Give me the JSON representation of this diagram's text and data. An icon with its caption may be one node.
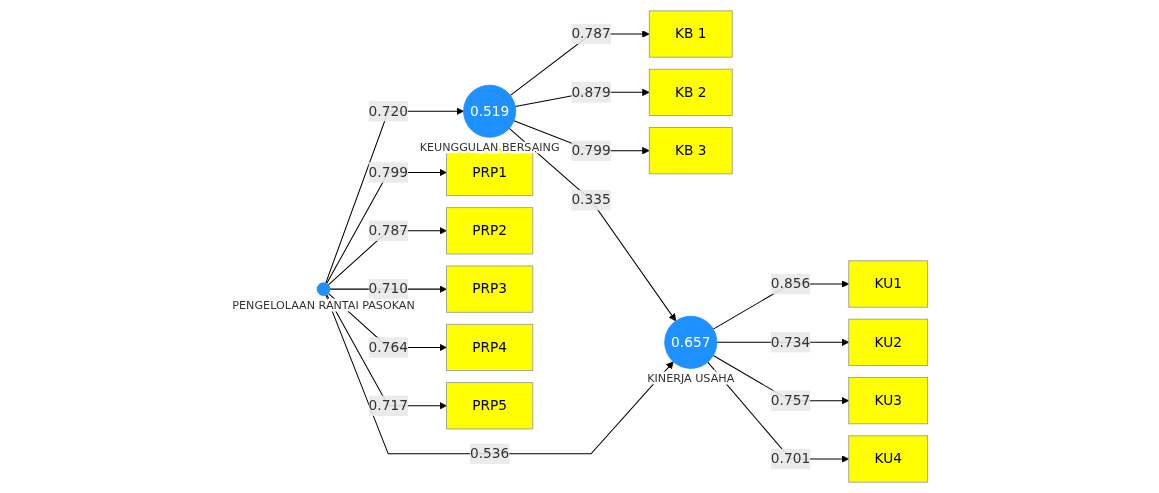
{
  "diagram": {
    "nodes": [
      {
        "text": [
          "KB 1"
        ]
      },
      {
        "text": [
          "KB 2"
        ]
      },
      {
        "text": [
          "KB 3"
        ]
      },
      {
        "text": [
          "0.519"
        ],
        "beside": [
          "KEUNGGULAN BERSAING"
        ]
      },
      {
        "text": [
          "PRP1"
        ]
      },
      {
        "text": [
          "PRP2"
        ]
      },
      {
        "text": [
          "PRP3"
        ]
      },
      {
        "text": [
          "PRP4"
        ]
      },
      {
        "text": [
          "PRP5"
        ]
      },
      {
        "text": [],
        "shape": "circle",
        "beside": [
          "PENGELOLAAN RANTAI PASOKAN"
        ]
      },
      {
        "text": [
          "0.657"
        ],
        "beside": [
          "KINERJA USAHA"
        ]
      },
      {
        "text": [
          "KU1"
        ]
      },
      {
        "text": [
          "KU2"
        ]
      },
      {
        "text": [
          "KU3"
        ]
      },
      {
        "text": [
          "KU4"
        ]
      }
    ],
    "edges": [
      {
        "from": 3,
        "to": 0,
        "arrow": "to",
        "label": "0.787"
      },
      {
        "from": 3,
        "to": 1,
        "arrow": "to",
        "label": "0.879"
      },
      {
        "from": 3,
        "to": 2,
        "arrow": "to",
        "label": "0.799"
      },
      {
        "from": 9,
        "to": 4,
        "arrow": "to",
        "label": "0.799"
      },
      {
        "from": 9,
        "to": 5,
        "arrow": "to",
        "label": "0.787"
      },
      {
        "from": 9,
        "to": 6,
        "arrow": "to",
        "label": "0.710"
      },
      {
        "from": 9,
        "to": 7,
        "arrow": "to",
        "label": "0.764"
      },
      {
        "from": 9,
        "to": 8,
        "arrow": "to",
        "label": "0.717"
      },
      {
        "from": 9,
        "to": 3,
        "arrow": "to",
        "label": "0.720"
      },
      {
        "from": 3,
        "to": 10,
        "arrow": "to",
        "label": "0.335"
      },
      {
        "from": 9,
        "to": 10,
        "arrow": "to",
        "label": "0.536"
      },
      {
        "from": 10,
        "to": 11,
        "arrow": "to",
        "label": "0.856"
      },
      {
        "from": 10,
        "to": 12,
        "arrow": "to",
        "label": "0.734"
      },
      {
        "from": 10,
        "to": 13,
        "arrow": "to",
        "label": "0.757"
      },
      {
        "from": 10,
        "to": 14,
        "arrow": "to",
        "label": "0.701"
      }
    ]
  }
}
